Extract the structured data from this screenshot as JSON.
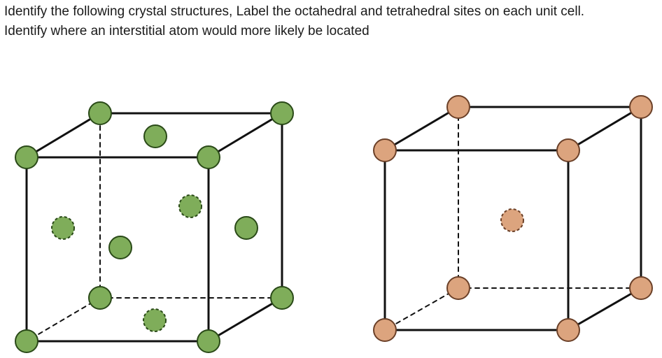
{
  "question": {
    "line1": "Identify the following crystal structures, Label the octahedral and tetrahedral sites on each unit cell.",
    "line2": "Identify where an interstitial atom would more likely be located"
  },
  "colors": {
    "line": "#111111",
    "fcc_atom_fill": "#7fad5a",
    "fcc_atom_stroke": "#2a4a18",
    "bcc_atom_fill": "#dca47e",
    "bcc_atom_stroke": "#6b4028"
  },
  "cells": [
    {
      "id": "left-cell",
      "lattice": "fcc",
      "corner_atoms": 8,
      "face_center_atoms": 6,
      "body_center_atoms": 0
    },
    {
      "id": "right-cell",
      "lattice": "bcc",
      "corner_atoms": 8,
      "face_center_atoms": 0,
      "body_center_atoms": 1
    }
  ]
}
